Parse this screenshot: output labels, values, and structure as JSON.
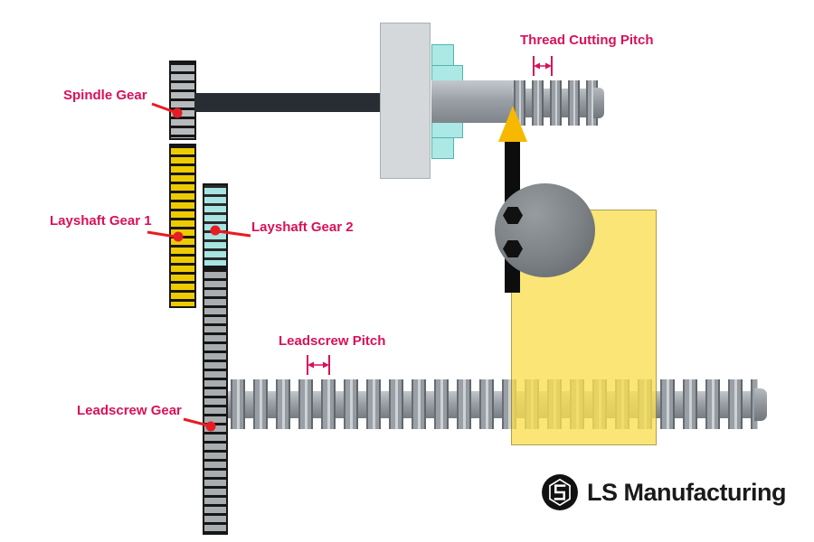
{
  "diagram": {
    "labels": {
      "spindle_gear": "Spindle Gear",
      "layshaft_gear_1": "Layshaft Gear 1",
      "layshaft_gear_2": "Layshaft Gear 2",
      "leadscrew_gear": "Leadscrew Gear",
      "thread_cutting_pitch": "Thread Cutting Pitch",
      "leadscrew_pitch": "Leadscrew Pitch"
    },
    "colors": {
      "label_color": "#d81159",
      "pointer_color": "#e81c24",
      "spindle_gear_band": "#b7babc",
      "layshaft_gear_1_band": "#eecb00",
      "layshaft_gear_2_band": "#a7e5e2",
      "leadscrew_gear_band": "#a9adb0",
      "highlight_overlay": "#fbdf55",
      "tool_tip": "#f6b800"
    },
    "logo": {
      "text": "LS Manufacturing"
    }
  }
}
